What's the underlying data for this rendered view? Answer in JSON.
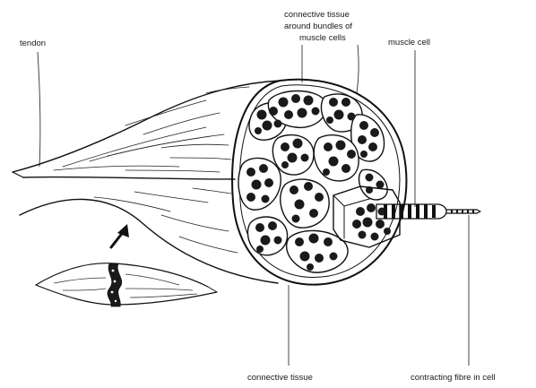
{
  "labels": {
    "tendon": "tendon",
    "connective_bundles_line1": "connective tissue",
    "connective_bundles_line2": "around bundles of",
    "connective_bundles_line3": "muscle cells",
    "muscle_cell": "muscle cell",
    "connective_tissue": "connective tissue",
    "contracting_fibre": "contracting fibre in cell"
  },
  "colors": {
    "ink": "#111111",
    "cell_fill": "#1a1a1a",
    "background": "#ffffff"
  }
}
